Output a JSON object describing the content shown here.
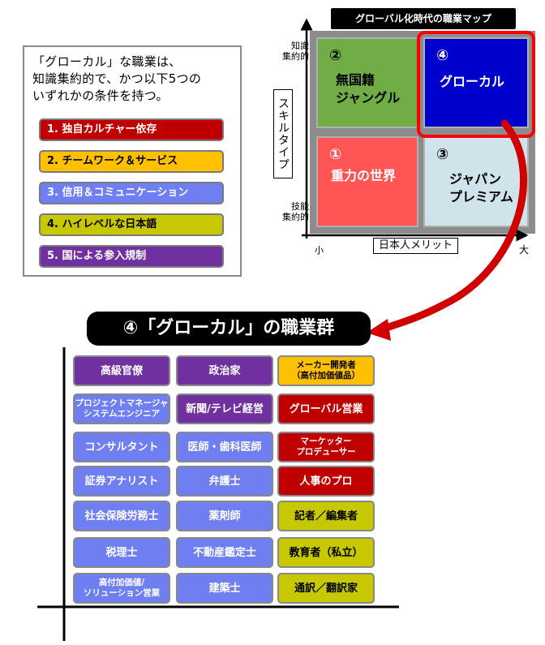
{
  "conditions": {
    "intro": "「グローカル」な職業は、\n知識集約的で、かつ以下5つの\nいずれかの条件を持つ。",
    "items": [
      {
        "label": "1. 独自カルチャー依存",
        "color": "#c00000",
        "text_color": "#ffffff"
      },
      {
        "label": "2. チームワーク＆サービス",
        "color": "#ffc000",
        "text_color": "#000000"
      },
      {
        "label": "3. 信用＆コミュニケーション",
        "color": "#6f7ff2",
        "text_color": "#ffffff"
      },
      {
        "label": "4. ハイレベルな日本語",
        "color": "#c8c800",
        "text_color": "#000000"
      },
      {
        "label": "5. 国による参入規制",
        "color": "#7030a0",
        "text_color": "#ffffff"
      }
    ]
  },
  "map": {
    "title": "グローバル化時代の職業マップ",
    "y_axis_label": "スキルタイプ",
    "y_top_label": "知識\n集約的",
    "y_bottom_label": "技能\n集約的",
    "x_axis_label": "日本人メリット",
    "x_left_label": "小",
    "x_right_label": "大",
    "quadrants": [
      {
        "num": "②",
        "label": "無国籍\nジャングル",
        "color": "#70ad47",
        "text_color": "#000000"
      },
      {
        "num": "④",
        "label": "グローカル",
        "color": "#0000cc",
        "text_color": "#ffffff"
      },
      {
        "num": "①",
        "label": "重力の世界",
        "color": "#ff5555",
        "text_color": "#ffffff"
      },
      {
        "num": "③",
        "label": "ジャパン\nプレミアム",
        "color": "#cfe3ea",
        "text_color": "#000000"
      }
    ],
    "highlight_color": "#ff0000"
  },
  "group": {
    "title": "④「グローカル」の職業群",
    "columns": [
      [
        {
          "label": "高級官僚",
          "style": "purple"
        },
        {
          "label": "プロジェクトマネージャ\nシステムエンジニア",
          "style": "blue"
        },
        {
          "label": "コンサルタント",
          "style": "blue"
        },
        {
          "label": "証券アナリスト",
          "style": "blue"
        },
        {
          "label": "社会保険労務士",
          "style": "blue"
        },
        {
          "label": "税理士",
          "style": "blue"
        },
        {
          "label": "高付加価値/\nソリューション営業",
          "style": "blue"
        }
      ],
      [
        {
          "label": "政治家",
          "style": "purple"
        },
        {
          "label": "新聞/テレビ経営",
          "style": "purple"
        },
        {
          "label": "医師・歯科医師",
          "style": "blue"
        },
        {
          "label": "弁護士",
          "style": "blue"
        },
        {
          "label": "薬剤師",
          "style": "blue"
        },
        {
          "label": "不動産鑑定士",
          "style": "blue"
        },
        {
          "label": "建築士",
          "style": "blue"
        }
      ],
      [
        {
          "label": "メーカー開発者\n（高付加価値品）",
          "style": "orange"
        },
        {
          "label": "グローバル営業",
          "style": "red"
        },
        {
          "label": "マーケッター\nプロデューサー",
          "style": "red"
        },
        {
          "label": "人事のプロ",
          "style": "red"
        },
        {
          "label": "記者／編集者",
          "style": "olive"
        },
        {
          "label": "教育者（私立）",
          "style": "olive"
        },
        {
          "label": "通訳／翻訳家",
          "style": "olive"
        }
      ]
    ]
  }
}
